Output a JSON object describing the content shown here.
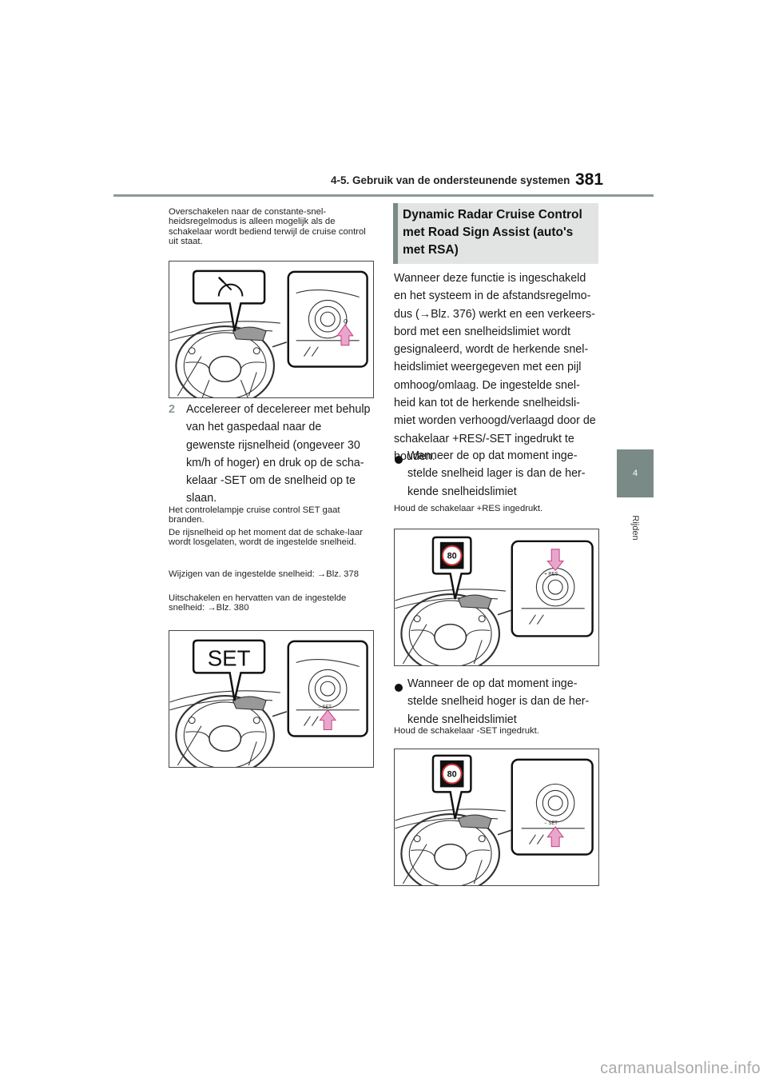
{
  "header": {
    "section_title": "4-5. Gebruik van de ondersteunende systemen",
    "page_number": "381"
  },
  "side_tab": {
    "chapter_number": "4",
    "chapter_label": "Rijden"
  },
  "left_column": {
    "intro_note": "Overschakelen naar de constante-snel-heidsregelmodus is alleen mogelijk als de schakelaar wordt bediend terwijl de cruise control uit staat.",
    "step2": {
      "number": "2",
      "text": "Accelereer of decelereer met behulp van het gaspedaal naar de gewenste rijsnelheid (ongeveer 30 km/h of hoger) en druk op de scha-kelaar -SET om de snelheid op te slaan."
    },
    "note1": "Het controlelampje cruise control SET gaat branden.",
    "note2": "De rijsnelheid op het moment dat de schake-laar wordt losgelaten, wordt de ingestelde snelheid.",
    "note3": "Wijzigen van de ingestelde snelheid: →Blz. 378",
    "note4": "Uitschakelen en hervatten van de ingestelde snelheid: →Blz. 380",
    "figure2_callout": "SET",
    "figure2_switch_label": "− SET"
  },
  "right_column": {
    "section_heading": "Dynamic Radar Cruise Control met Road Sign Assist (auto's met RSA)",
    "paragraph": "Wanneer deze functie is ingeschakeld en het systeem in de afstandsregelmo-dus (→Blz. 376) werkt en een verkeers-bord met een snelheidslimiet wordt gesignaleerd, wordt de herkende snel-heidslimiet weergegeven met een pijl omhoog/omlaag. De ingestelde snel-heid kan tot de herkende snelheidsli-miet worden verhoogd/verlaagd door de schakelaar +RES/-SET ingedrukt te houden.",
    "bullet1": "Wanneer de op dat moment inge-stelde snelheid lager is dan de her-kende snelheidslimiet",
    "bullet1_note": "Houd de schakelaar +RES ingedrukt.",
    "figure3_sign": "80",
    "figure3_switch_label": "+ RES",
    "bullet2": "Wanneer de op dat moment inge-stelde snelheid hoger is dan de her-kende snelheidslimiet",
    "bullet2_note": "Houd de schakelaar -SET ingedrukt.",
    "figure4_sign": "80",
    "figure4_switch_label": "− SET"
  },
  "watermark": "carmanualsonline.info",
  "colors": {
    "accent": "#8a9a96",
    "tab": "#7a8a86",
    "arrow": "#e9a6cc"
  }
}
